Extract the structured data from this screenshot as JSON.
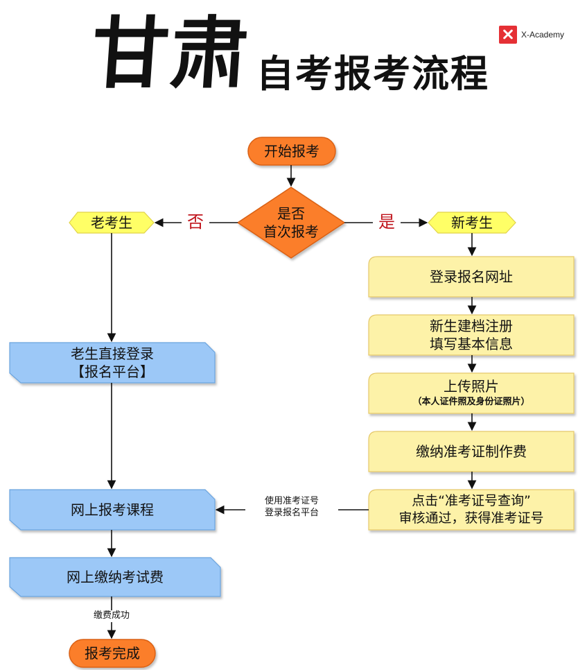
{
  "header": {
    "title_big": "甘肃",
    "title_small": "自考报考流程",
    "brand_name": "X-Academy",
    "brand_icon": "x-academy-logo-icon"
  },
  "colors": {
    "orange": "#fb7e29",
    "orange_stroke": "#d96012",
    "yellow_hex": "#ffff66",
    "cream": "#fdf2a8",
    "cream_stroke": "#e5c86a",
    "blue": "#9cc8f7",
    "blue_stroke": "#6aa3dd",
    "red_label": "#c0141c"
  },
  "diagram": {
    "nodes": {
      "start": {
        "label": "开始报考"
      },
      "decision": {
        "line1": "是否",
        "line2": "首次报考"
      },
      "old_student": {
        "label": "老考生"
      },
      "new_student": {
        "label": "新考生"
      },
      "login_site": {
        "label": "登录报名网址"
      },
      "register": {
        "line1": "新生建档注册",
        "line2": "填写基本信息"
      },
      "upload_photo": {
        "line1": "上传照片",
        "sub": "（本人证件照及身份证照片）"
      },
      "pay_card_fee": {
        "label": "缴纳准考证制作费"
      },
      "query_card": {
        "line1": "点击“准考证号查询”",
        "line2": "审核通过，获得准考证号"
      },
      "old_login": {
        "line1": "老生直接登录",
        "line2": "【报名平台】"
      },
      "online_course": {
        "label": "网上报考课程"
      },
      "pay_exam_fee": {
        "label": "网上缴纳考试费"
      },
      "done": {
        "label": "报考完成"
      }
    },
    "edge_labels": {
      "no": "否",
      "yes": "是",
      "use_card_line1": "使用准考证号",
      "use_card_line2": "登录报名平台",
      "pay_success": "缴费成功"
    }
  }
}
